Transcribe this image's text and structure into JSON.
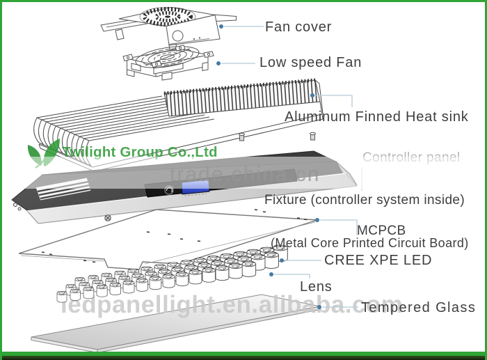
{
  "labels": {
    "fan_cover": "Fan cover",
    "low_speed_fan": "Low speed Fan",
    "heat_sink": "Aluminum Finned Heat sink",
    "controller_panel": "Controller panel",
    "fixture": "Fixture (controller system inside)",
    "mcpcb": "MCPCB",
    "mcpcb_full": "(Metal Core Printed Circuit Board)",
    "led": "CREE XPE LED",
    "lens": "Lens",
    "glass": "Tempered Glass"
  },
  "watermarks": {
    "company": "Twilight Group Co.,Ltd",
    "portal": "trade.china.cn",
    "shop": "ledpanellight.en.alibaba.com"
  },
  "colors": {
    "frame_green": "#2fa437",
    "label_text": "#3e3e3e",
    "leader_dot": "#477ba3",
    "leader_line": "#b5cad6",
    "lcd_blue": "#3b55d6",
    "watermark_green": "#2f9b37",
    "watermark_gray": "#c8c8c8"
  }
}
